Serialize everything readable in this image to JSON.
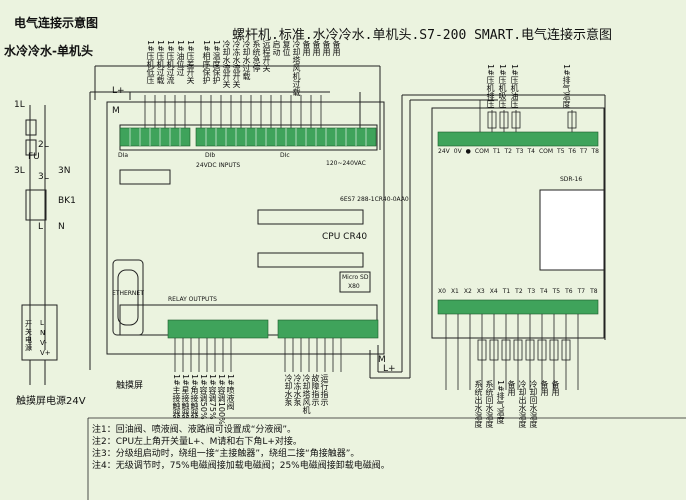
{
  "header": {
    "left_title": "电气连接示意图",
    "left_subtitle": "水冷冷水-单机头",
    "main_title": "螺杆机.标准.水冷冷水.单机头.S7-200 SMART.电气连接示意图"
  },
  "power": {
    "L_plus": "L+",
    "M": "M",
    "labels_left": [
      "1L",
      "3L",
      "2L",
      "FU",
      "3N",
      "3L",
      "BK1",
      "L",
      "N"
    ],
    "module_label_lines": [
      "开",
      "关",
      "电",
      "源"
    ],
    "module_terms": [
      "L",
      "N",
      "V-",
      "V+"
    ],
    "touch_power": "触摸屏电源24V"
  },
  "plc": {
    "model": "CPU CR40",
    "part": "6ES7 288-1CR40-0AA0",
    "input_header": "DIa",
    "input_header2": "DIb",
    "input_header3": "DIc",
    "dc_inputs": "24VDC INPUTS",
    "relay_outputs": "RELAY OUTPUTS",
    "supply": "120~240VAC",
    "ethernet": "ETHERNET",
    "micro_sd": "Micro SD",
    "x80": "X80",
    "touch": "触摸屏",
    "input_signals": [
      "1#压机低压",
      "1#压机过载",
      "1#压机过流",
      "1#油位过",
      "1#压差开关",
      "1#相序保护",
      "1#温度保护",
      "冷却水流开关",
      "冷冻水流开关",
      "冷却水过载",
      "系统急停",
      "远程开关",
      "启动",
      "复位",
      "冷却塔风机过载",
      "备用",
      "备用",
      "备用",
      "备用"
    ],
    "output_signals": [
      "1#主接触器",
      "1#星接触器",
      "1#角接触器",
      "1#容调50%",
      "1#容调75%",
      "1#容调100%",
      "1#喷液阀",
      "冷却水泵",
      "冷冻水泵",
      "冷却塔风机",
      "故障指示",
      "运行指示"
    ]
  },
  "module": {
    "name": "SDR-16",
    "top_terms": [
      "24V",
      "0V",
      "",
      "COM",
      "T1",
      "T2",
      "T3",
      "T4",
      "COM",
      "T5",
      "T6",
      "T7",
      "T8"
    ],
    "bottom_terms": [
      "X0",
      "X1",
      "X2",
      "X3",
      "X4",
      "T1",
      "T2",
      "T3",
      "T4",
      "T5",
      "T6",
      "T7",
      "T8"
    ],
    "top_signals": [
      "1#压机排压",
      "1#压机吸压",
      "1#压机油压",
      "1#排气温度"
    ],
    "bottom_signals": [
      "系统出水温度",
      "系统回水温度",
      "1#排气温度",
      "备用",
      "冷却出水温度",
      "冷却回水温度",
      "备用",
      "备用"
    ]
  },
  "notes": [
    "注1：回油阀、喷液阀、液路阀可设置成“分液阀”。",
    "注2：CPU左上角开关量L+、M请和右下角L+对接。",
    "注3：分级组启动时，绕组一接“主接触器”，绕组二接“角接触器”。",
    "注4：无级调节时，75%电磁阀接加载电磁阀；25%电磁阀接卸载电磁阀。"
  ]
}
